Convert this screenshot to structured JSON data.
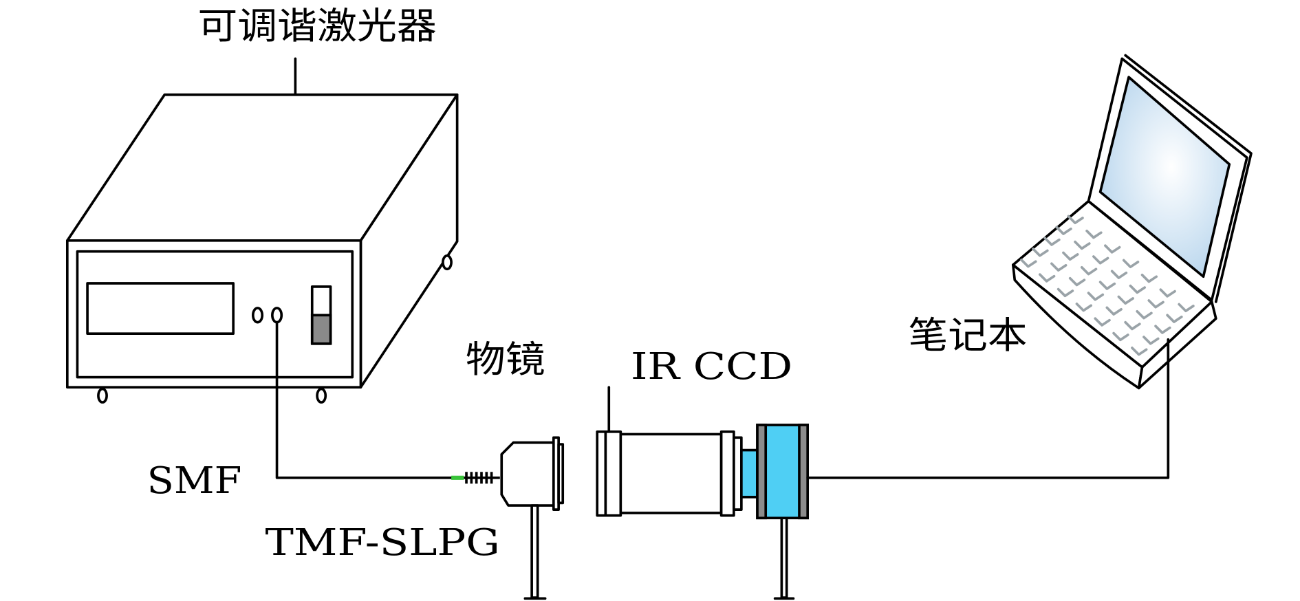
{
  "labels": {
    "laser": "可调谐激光器",
    "objective": "物镜",
    "ir_ccd": "IR CCD",
    "laptop": "笔记本",
    "smf": "SMF",
    "tmf_slpg": "TMF-SLPG"
  },
  "colors": {
    "camera_blue": "#4fcff4",
    "camera_gray": "#8c8c8c",
    "switch_gray": "#8a8a8a",
    "fiber_green": "#39c43a",
    "screen_edge": "#b4d3ec",
    "screen_center": "#ffffff",
    "key_gray": "#9aa3a8"
  }
}
